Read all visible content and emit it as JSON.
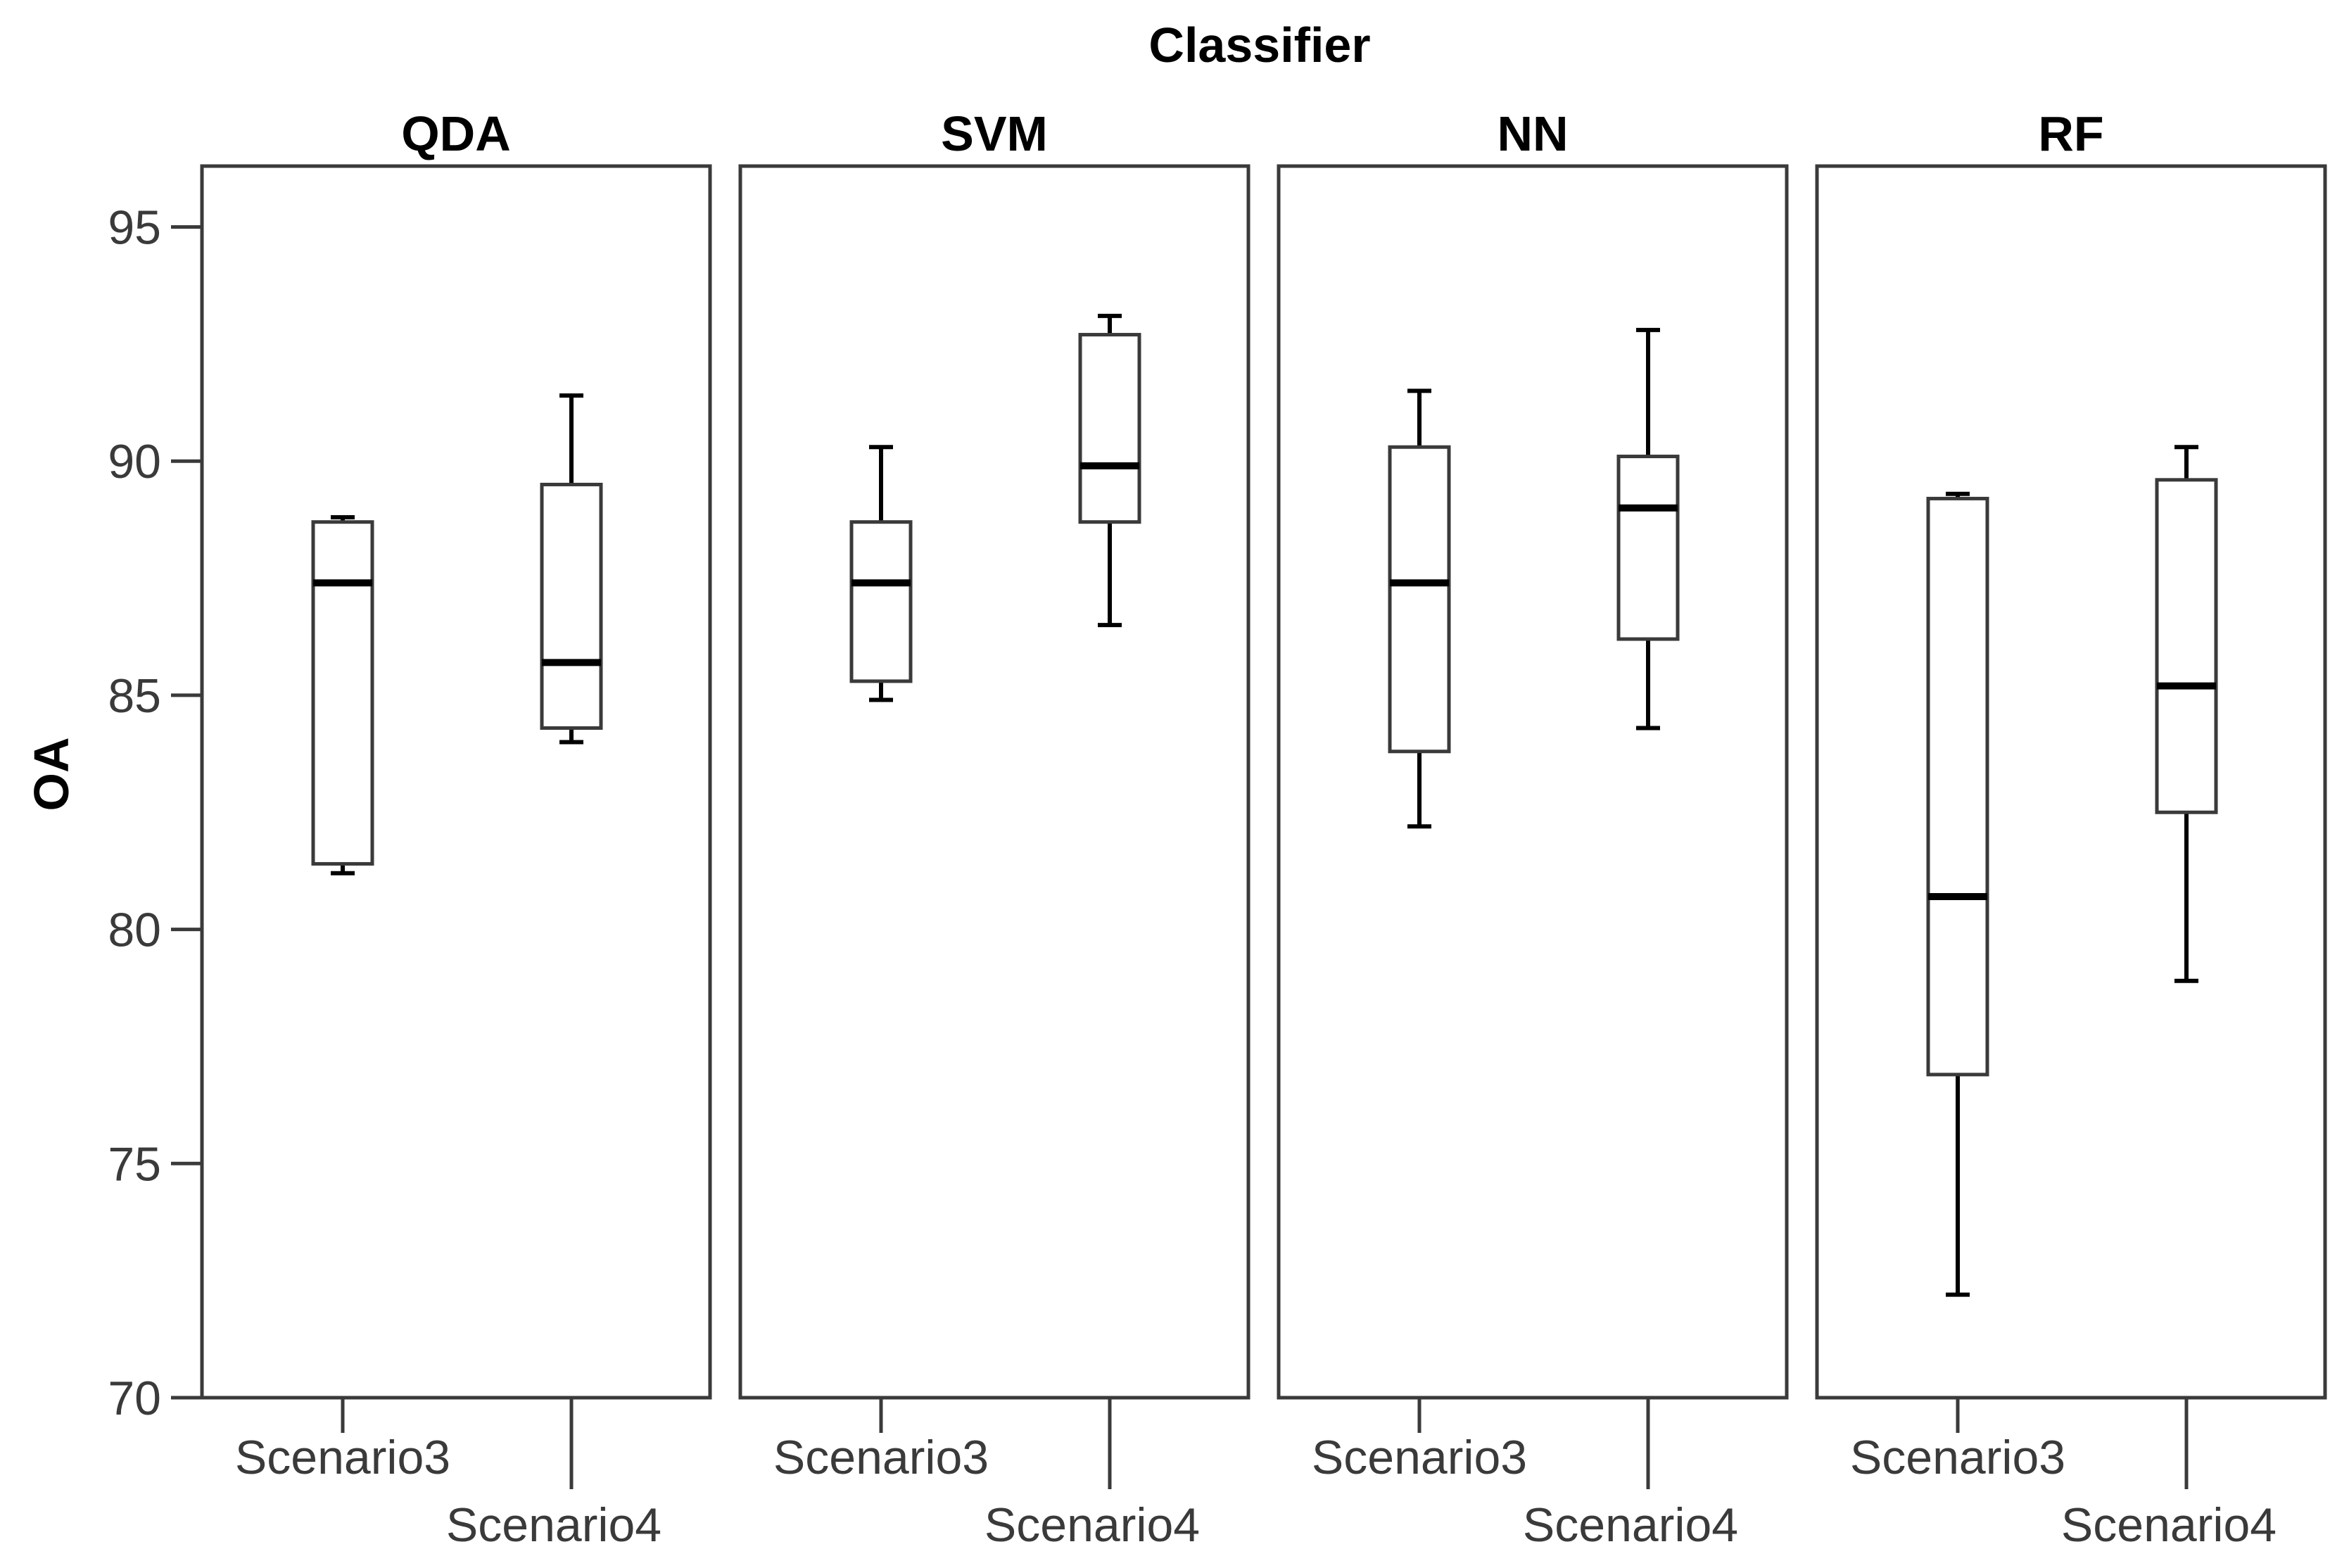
{
  "chart_data": {
    "type": "boxplot",
    "title": "Classifier",
    "ylabel": "OA",
    "ylim": [
      70,
      96.3
    ],
    "yticks": [
      70,
      75,
      80,
      85,
      90,
      95
    ],
    "categories": [
      "Scenario3",
      "Scenario4"
    ],
    "panels": [
      {
        "name": "QDA",
        "boxes": [
          {
            "category": "Scenario3",
            "min": 81.2,
            "q1": 81.4,
            "median": 87.4,
            "q3": 88.7,
            "max": 88.8
          },
          {
            "category": "Scenario4",
            "min": 84.0,
            "q1": 84.3,
            "median": 85.7,
            "q3": 89.5,
            "max": 91.4
          }
        ]
      },
      {
        "name": "SVM",
        "boxes": [
          {
            "category": "Scenario3",
            "min": 84.9,
            "q1": 85.3,
            "median": 87.4,
            "q3": 88.7,
            "max": 90.3
          },
          {
            "category": "Scenario4",
            "min": 86.5,
            "q1": 88.7,
            "median": 89.9,
            "q3": 92.7,
            "max": 93.1
          }
        ]
      },
      {
        "name": "NN",
        "boxes": [
          {
            "category": "Scenario3",
            "min": 82.2,
            "q1": 83.8,
            "median": 87.4,
            "q3": 90.3,
            "max": 91.5
          },
          {
            "category": "Scenario4",
            "min": 84.3,
            "q1": 86.2,
            "median": 89.0,
            "q3": 90.1,
            "max": 92.8
          }
        ]
      },
      {
        "name": "RF",
        "boxes": [
          {
            "category": "Scenario3",
            "min": 72.2,
            "q1": 76.9,
            "median": 80.7,
            "q3": 89.2,
            "max": 89.3
          },
          {
            "category": "Scenario4",
            "min": 78.9,
            "q1": 82.5,
            "median": 85.2,
            "q3": 89.6,
            "max": 90.3
          }
        ]
      }
    ]
  }
}
